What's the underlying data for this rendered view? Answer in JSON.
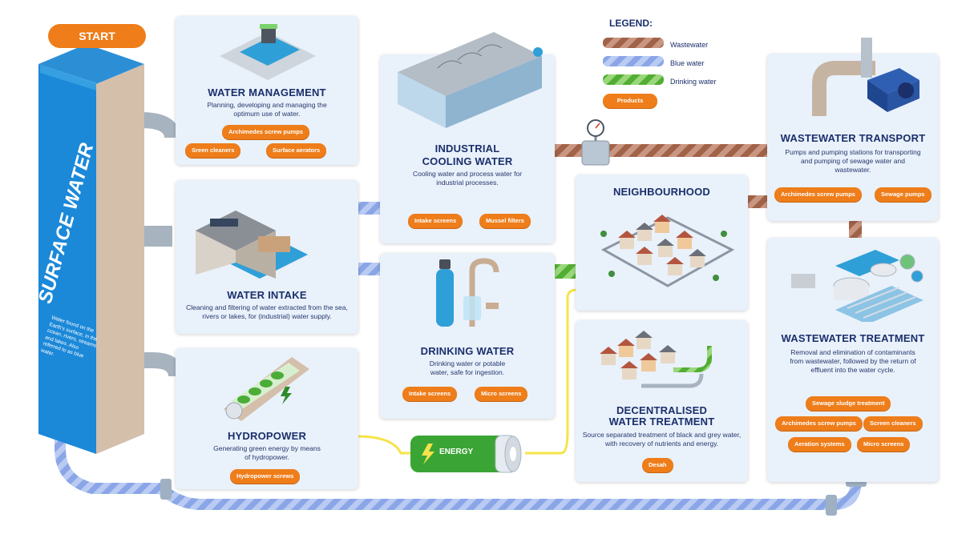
{
  "start_label": "START",
  "surface_water": {
    "title": "SURFACE WATER",
    "note": "Water found on the Earth's surface, in the ocean, rivers, streams and lakes. Also referred to as blue water."
  },
  "legend": {
    "title": "LEGEND:",
    "items": [
      {
        "label": "Wastewater",
        "color": "#a9664a"
      },
      {
        "label": "Blue water",
        "color": "#6f8fd9"
      },
      {
        "label": "Drinking water",
        "color": "#62b93c"
      }
    ],
    "products_label": "Products"
  },
  "cards": {
    "water_management": {
      "title": "WATER MANAGEMENT",
      "desc": "Planning, developing and managing the optimum use of water.",
      "products": [
        "Archimedes screw pumps",
        "Sreen cleaners",
        "Surface aerators"
      ]
    },
    "industrial_cooling": {
      "title_line1": "INDUSTRIAL",
      "title_line2": "COOLING WATER",
      "desc": "Cooling water and process water for industrial processes.",
      "products": [
        "Intake screens",
        "Mussel filters"
      ]
    },
    "water_intake": {
      "title": "WATER INTAKE",
      "desc": "Cleaning and filtering of water extracted from the sea, rivers or lakes, for (industrial) water supply."
    },
    "drinking_water": {
      "title": "DRINKING WATER",
      "desc": "Drinking water or potable water, safe for ingestion.",
      "products": [
        "Intake screens",
        "Micro screens"
      ]
    },
    "hydropower": {
      "title": "HYDROPOWER",
      "desc": "Generating green energy by means of hydropower.",
      "products": [
        "Hydropower screws"
      ]
    },
    "neighbourhood": {
      "title": "NEIGHBOURHOOD"
    },
    "decentralised": {
      "title_line1": "DECENTRALISED",
      "title_line2": "WATER TREATMENT",
      "desc": "Source separated treatment of black and grey water, with recovery of nutrients and energy.",
      "products": [
        "Desah"
      ]
    },
    "wastewater_transport": {
      "title": "WASTEWATER TRANSPORT",
      "desc": "Pumps and pumping stations for transporting and pumping of sewage water and wastewater.",
      "products": [
        "Archimedes screw pumps",
        "Sewage pumps"
      ]
    },
    "wastewater_treatment": {
      "title": "WASTEWATER TREATMENT",
      "desc": "Removal and elimination of contaminants from wastewater, followed by the return of effluent into the water cycle.",
      "products": [
        "Sewage sludge treatment",
        "Archimedes screw pumps",
        "Screen cleaners",
        "Aeration systems",
        "Micro screens"
      ]
    }
  },
  "energy_label": "ENERGY"
}
